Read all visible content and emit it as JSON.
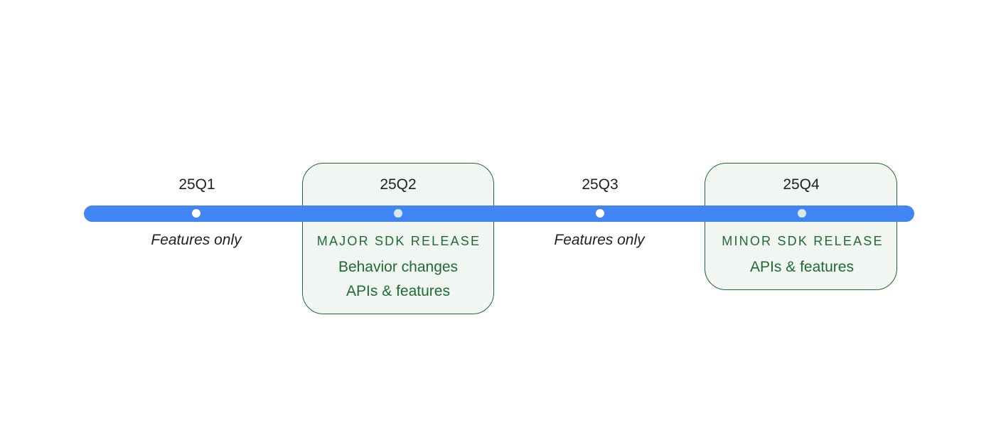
{
  "quarters": [
    {
      "label": "25Q1",
      "note": "Features only"
    },
    {
      "label": "25Q2",
      "release_title": "MAJOR SDK RELEASE",
      "release_lines": [
        "Behavior changes",
        "APIs & features"
      ]
    },
    {
      "label": "25Q3",
      "note": "Features only"
    },
    {
      "label": "25Q4",
      "release_title": "MINOR SDK RELEASE",
      "release_lines": [
        "APIs & features"
      ]
    }
  ],
  "colors": {
    "timeline": "#4285f4",
    "release_text": "#1e6b32",
    "release_box_bg": "#f2f6f2",
    "label_text": "#202124"
  }
}
